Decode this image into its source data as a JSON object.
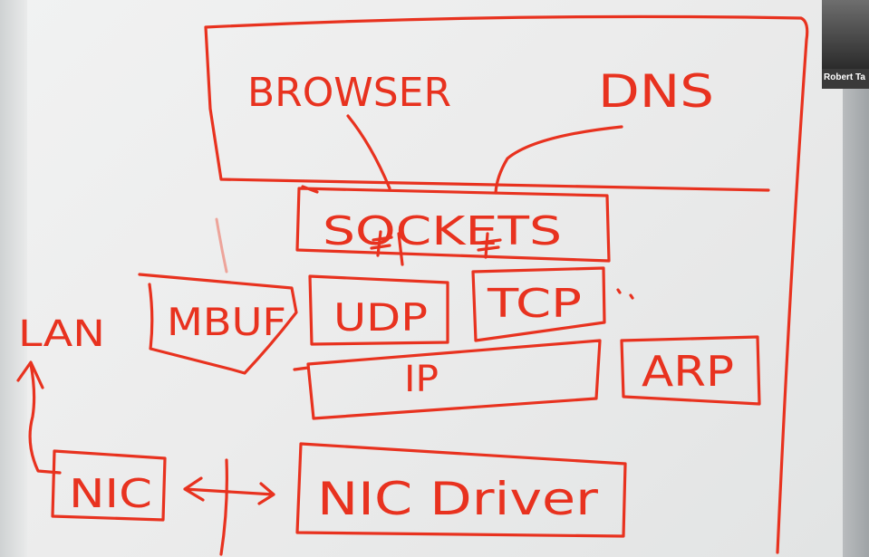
{
  "labels": {
    "browser": "BROWSER",
    "dns": "DNS",
    "sockets": "SOCKETS",
    "mbuf": "MBUF",
    "udp": "UDP",
    "tcp": "TCP",
    "ip": "IP",
    "arp": "ARP",
    "lan": "LAN",
    "nic": "NIC",
    "nic_driver": "NIC Driver"
  },
  "participant": {
    "name": "Robert Ta"
  },
  "colors": {
    "ink": "#e8321f",
    "board": "#eeeeee"
  }
}
